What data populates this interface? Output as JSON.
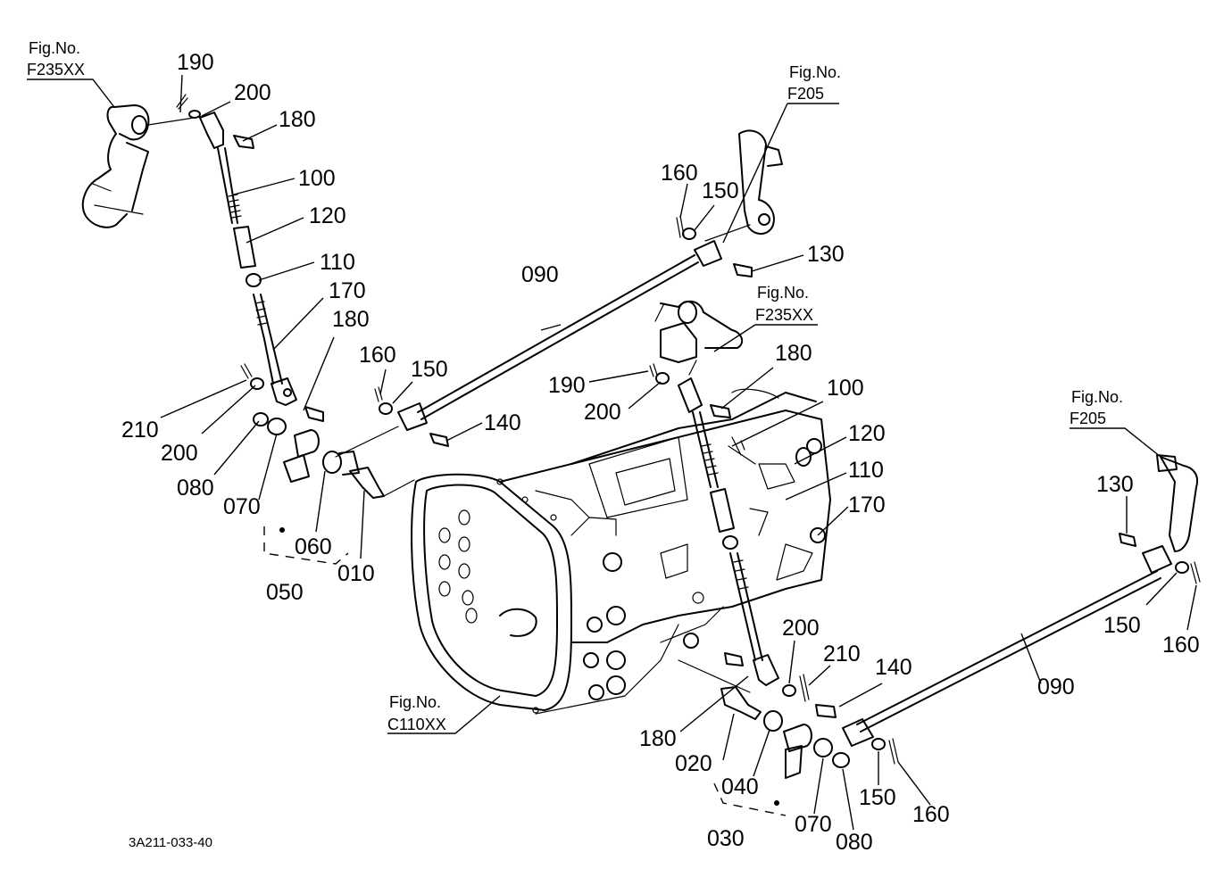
{
  "figure_refs": {
    "f235xx_a": {
      "title": "Fig.No.",
      "code": "F235XX"
    },
    "f205_a": {
      "title": "Fig.No.",
      "code": "F205"
    },
    "f235xx_b": {
      "title": "Fig.No.",
      "code": "F235XX"
    },
    "f205_b": {
      "title": "Fig.No.",
      "code": "F205"
    },
    "c110xx": {
      "title": "Fig.No.",
      "code": "C110XX"
    }
  },
  "drawing_code": "3A211-033-40",
  "parts": {
    "p190a": "190",
    "p200a": "200",
    "p180a": "180",
    "p100a": "100",
    "p120a": "120",
    "p110a": "110",
    "p170a": "170",
    "p180b": "180",
    "p160a": "160",
    "p150a": "150",
    "p090a": "090",
    "p130a": "130",
    "p160b": "160",
    "p150b": "150",
    "p140a": "140",
    "p210a": "210",
    "p200b": "200",
    "p080a": "080",
    "p070a": "070",
    "p060a": "060",
    "p050a": "050",
    "p010a": "010",
    "p190b": "190",
    "p200c": "200",
    "p180c": "180",
    "p100b": "100",
    "p120b": "120",
    "p110b": "110",
    "p170b": "170",
    "p130b": "130",
    "p150c": "150",
    "p160c": "160",
    "p090b": "090",
    "p200d": "200",
    "p210b": "210",
    "p140b": "140",
    "p180d": "180",
    "p020a": "020",
    "p040a": "040",
    "p030a": "030",
    "p070b": "070",
    "p080b": "080",
    "p150d": "150",
    "p160d": "160"
  }
}
